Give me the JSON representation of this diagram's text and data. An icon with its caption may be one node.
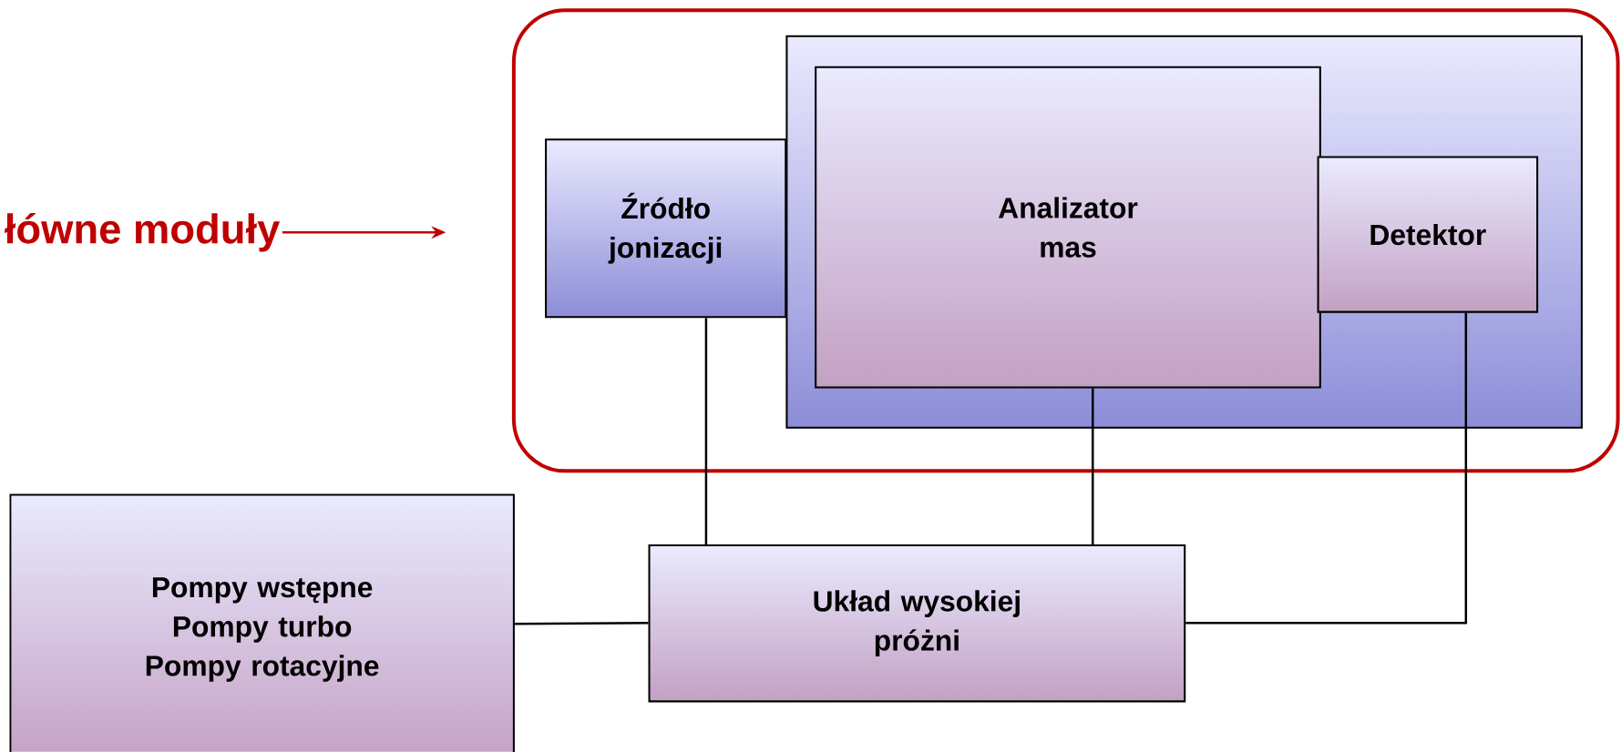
{
  "diagram": {
    "nodes": [
      {
        "text": [
          "łówne moduły"
        ]
      },
      {
        "text": [],
        "shape": "box"
      },
      {
        "text": [],
        "shape": "box",
        "in": 1
      },
      {
        "text": [
          "Źródło jonizacji"
        ],
        "in": 1
      },
      {
        "text": [
          "Analizator mas"
        ],
        "in": 2
      },
      {
        "text": [
          "Detektor"
        ],
        "in": 2
      },
      {
        "text": [
          "Pompy wstępne",
          "Pompy turbo",
          "Pompy rotacyjne"
        ]
      },
      {
        "text": [
          "Układ wysokiej próżni"
        ]
      }
    ],
    "edges": [
      {
        "from": 0,
        "to": 1,
        "arrow": "to",
        "color": "#c00000"
      },
      {
        "from": 3,
        "to": 7,
        "arrow": "none"
      },
      {
        "from": 4,
        "to": 7,
        "arrow": "none"
      },
      {
        "from": 5,
        "to": 7,
        "arrow": "none"
      },
      {
        "from": 6,
        "to": 7,
        "arrow": "none"
      }
    ]
  }
}
